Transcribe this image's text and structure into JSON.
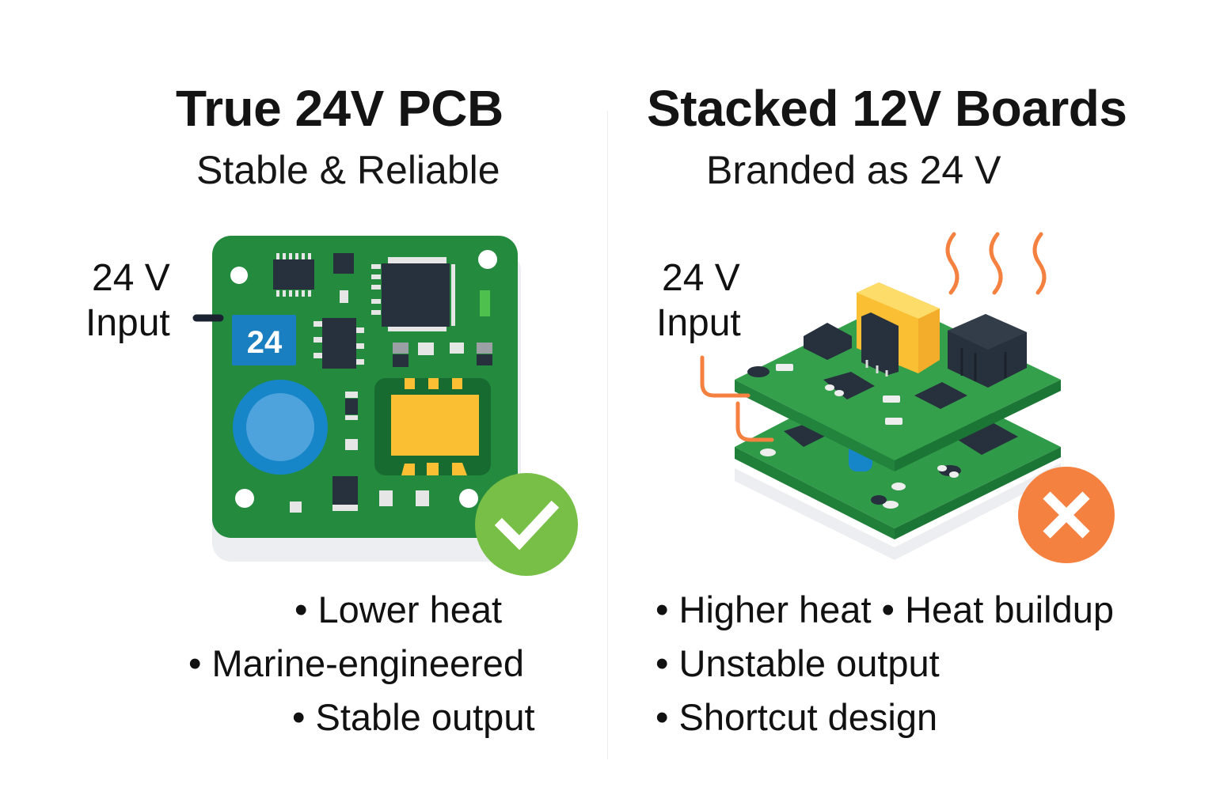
{
  "left": {
    "title": "True 24V PCB",
    "subtitle": "Stable & Reliable",
    "input_label_line1": "24 V",
    "input_label_line2": "Input",
    "board_badge": "24",
    "status_icon": "checkmark-icon",
    "bullets": [
      "• Lower heat",
      "• Marine-engineered",
      "• Stable output"
    ]
  },
  "right": {
    "title": "Stacked 12V Boards",
    "subtitle": "Branded as 24 V",
    "input_label_line1": "24 V",
    "input_label_line2": "Input",
    "status_icon": "x-mark-icon",
    "bullets": [
      "• Higher heat • Heat buildup",
      "• Unstable output",
      "• Shortcut design"
    ]
  },
  "colors": {
    "pcb_green": "#238a3e",
    "check_green": "#77bf46",
    "cross_orange": "#f58140",
    "chip_dark": "#27313d",
    "transformer_yellow": "#fbbf33",
    "capacitor_blue": "#1686c8"
  }
}
